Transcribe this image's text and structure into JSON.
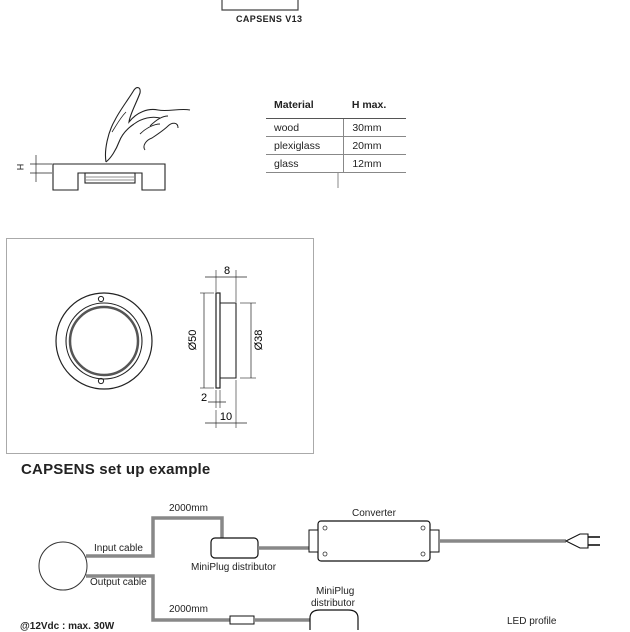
{
  "top_caption": "CAPSENS V13",
  "material_table": {
    "headers": [
      "Material",
      "H max."
    ],
    "rows": [
      [
        "wood",
        "30mm"
      ],
      [
        "plexiglass",
        "20mm"
      ],
      [
        "glass",
        "12mm"
      ]
    ]
  },
  "touch_diagram": {
    "dimension_label": "H"
  },
  "technical_drawing": {
    "dims": {
      "width_top": "8",
      "outer_diameter": "Ø50",
      "inner_diameter": "Ø38",
      "flange": "2",
      "depth": "10"
    }
  },
  "setup": {
    "title": "CAPSENS set up example",
    "labels": {
      "cable_top": "2000mm",
      "input_cable": "Input cable",
      "output_cable": "Output cable",
      "distributor": "MiniPlug distributor",
      "converter": "Converter",
      "cable_bottom": "2000mm",
      "distributor2_line1": "MiniPlug",
      "distributor2_line2": "distributor",
      "led_profile": "LED profile",
      "power_note": "@12Vdc : max. 30W"
    }
  }
}
